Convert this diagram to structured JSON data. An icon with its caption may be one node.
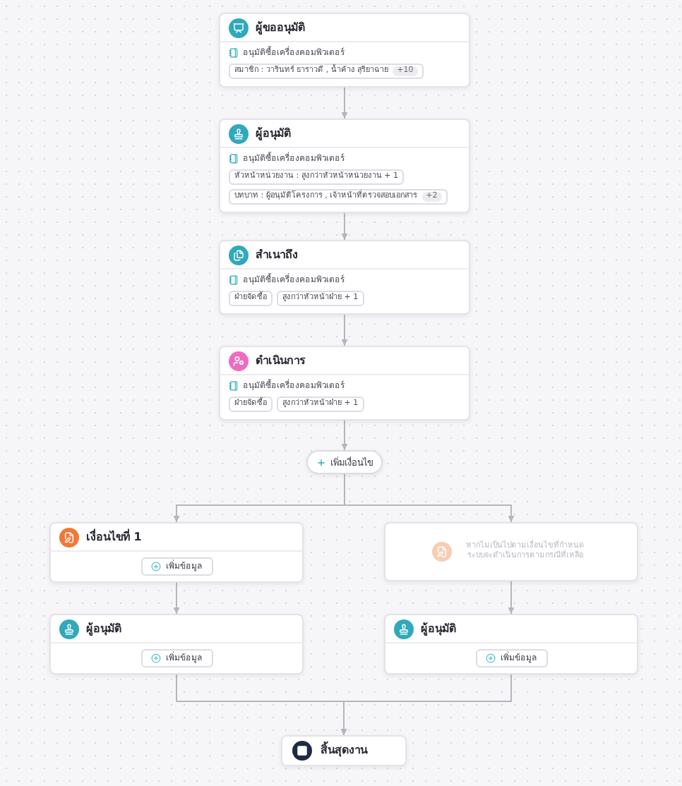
{
  "diagram": {
    "nodes": [
      {
        "text": [
          "ผู้ขออนุมัติ",
          "อนุมัติซื้อเครื่องคอมพิวเตอร์",
          "สมาชิก : วารินทร์ ธาราวดี , น้ำค้าง สุริยาฉาย",
          "+10"
        ]
      },
      {
        "text": [
          "ผู้อนุมัติ",
          "อนุมัติซื้อเครื่องคอมพิวเตอร์",
          "หัวหน้าหน่วยงาน : สูงกว่าหัวหน้าหน่วยงาน + 1",
          "บทบาท : ผู้อนุมัติโครงการ , เจ้าหน้าที่ตรวจสอบเอกสาร",
          "+2"
        ]
      },
      {
        "text": [
          "สำเนาถึง",
          "อนุมัติซื้อเครื่องคอมพิวเตอร์",
          "ฝ่ายจัดซื้อ",
          "สูงกว่าหัวหน้าฝ่าย + 1"
        ]
      },
      {
        "text": [
          "ดำเนินการ",
          "อนุมัติซื้อเครื่องคอมพิวเตอร์",
          "ฝ่ายจัดซื้อ",
          "สูงกว่าหัวหน้าฝ่าย + 1"
        ]
      },
      {
        "text": [
          "เพิ่มเงื่อนไข"
        ]
      },
      {
        "text": [
          "เงื่อนไขที่ 1",
          "เพิ่มข้อมูล"
        ]
      },
      {
        "text": [
          "หากไม่เป็นไปตามเงื่อนไขที่กำหนด ระบบจะดำเนินการตามกรณีที่เหลือ"
        ]
      },
      {
        "text": [
          "ผู้อนุมัติ",
          "เพิ่มข้อมูล"
        ]
      },
      {
        "text": [
          "ผู้อนุมัติ",
          "เพิ่มข้อมูล"
        ]
      },
      {
        "text": [
          "สิ้นสุดงาน"
        ]
      }
    ],
    "edges": [
      {
        "from": 0,
        "to": 1,
        "arrow": "to"
      },
      {
        "from": 1,
        "to": 2,
        "arrow": "to"
      },
      {
        "from": 2,
        "to": 3,
        "arrow": "to"
      },
      {
        "from": 3,
        "to": 4,
        "arrow": "to"
      },
      {
        "from": 4,
        "to": 5,
        "arrow": "to"
      },
      {
        "from": 4,
        "to": 6,
        "arrow": "to"
      },
      {
        "from": 5,
        "to": 7,
        "arrow": "to"
      },
      {
        "from": 6,
        "to": 8,
        "arrow": "to"
      },
      {
        "from": 7,
        "to": 9,
        "arrow": "to"
      },
      {
        "from": 8,
        "to": 9,
        "arrow": "to"
      }
    ]
  }
}
